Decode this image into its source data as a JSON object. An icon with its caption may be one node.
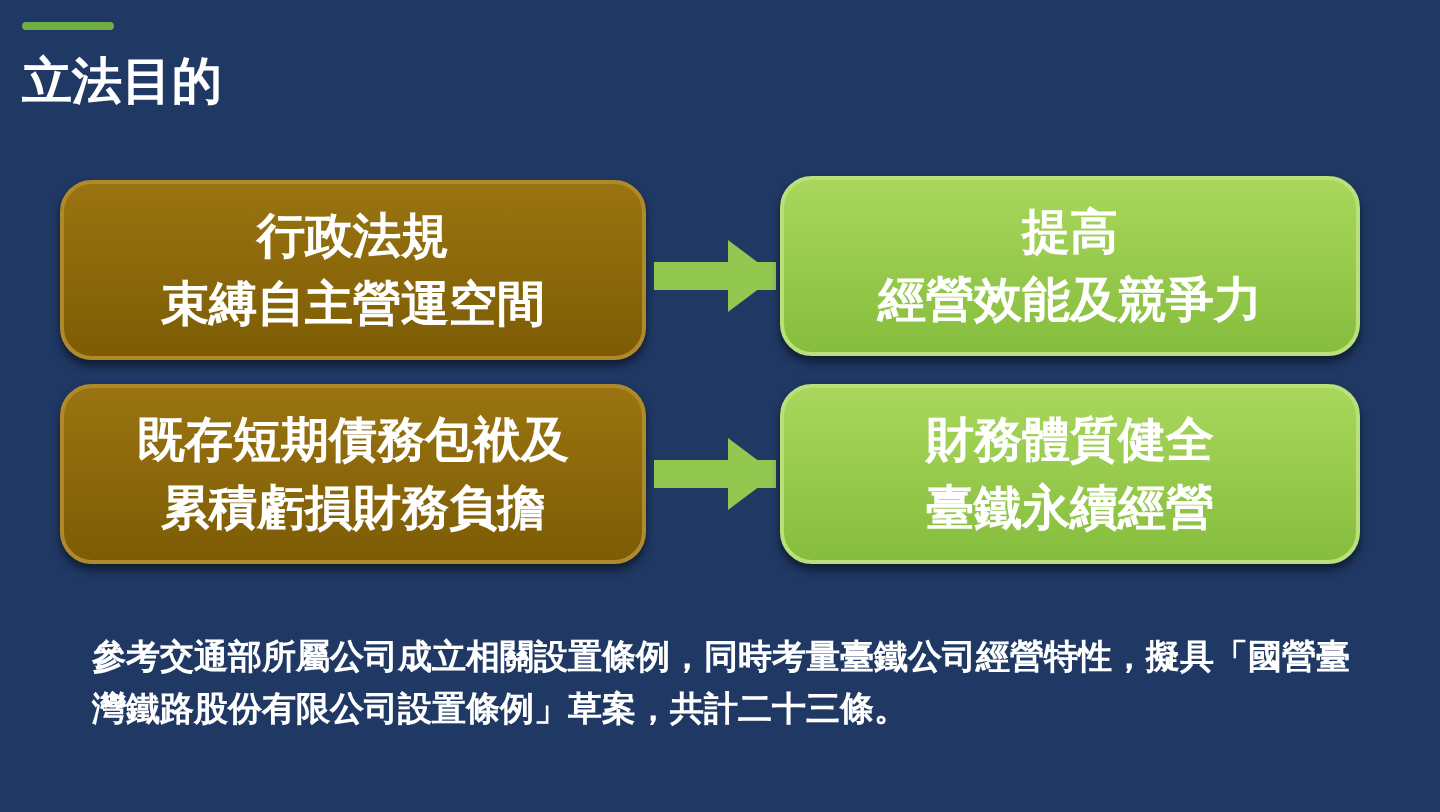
{
  "diagram": {
    "title": "立法目的",
    "nodes": [
      {
        "text": [
          "行政法規",
          "束縛自主營運空間"
        ]
      },
      {
        "text": [
          "提高",
          "經營效能及競爭力"
        ]
      },
      {
        "text": [
          "既存短期債務包袱及",
          "累積虧損財務負擔"
        ]
      },
      {
        "text": [
          "財務體質健全",
          "臺鐵永續經營"
        ]
      }
    ],
    "edges": [
      {
        "from": 0,
        "to": 1,
        "arrow": "to"
      },
      {
        "from": 2,
        "to": 3,
        "arrow": "to"
      }
    ],
    "labels": [
      "參考交通部所屬公司成立相關設置條例，同時考量臺鐵公司經營特性，擬具「國營臺灣鐵路股份有限公司設置條例」草案，共計二十三條。"
    ]
  }
}
